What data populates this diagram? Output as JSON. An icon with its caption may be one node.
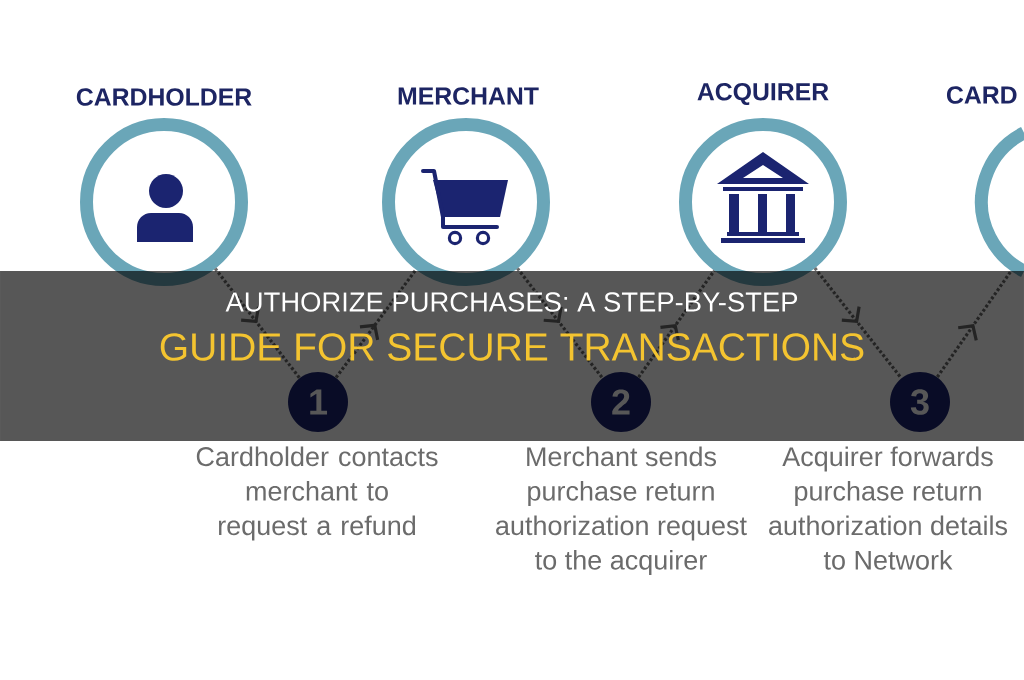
{
  "diagram": {
    "title": "AUTHORIZE PURCHASES: A STEP-BY-STEP",
    "nodes": [
      {
        "text": [
          "CARDHOLDER"
        ]
      },
      {
        "text": [
          "MERCHANT"
        ]
      },
      {
        "text": [
          "ACQUIRER"
        ]
      },
      {
        "text": [
          "CARD"
        ]
      },
      {
        "text": [
          "1"
        ],
        "beside": [
          "Cardholder contacts merchant to request a refund"
        ]
      },
      {
        "text": [
          "2"
        ],
        "beside": [
          "Merchant sends purchase return authorization request to the acquirer"
        ]
      },
      {
        "text": [
          "3"
        ],
        "beside": [
          "Acquirer forwards purchase return authorization details to Network"
        ]
      }
    ],
    "edges": [
      {
        "from": 0,
        "to": 4,
        "arrow": "to",
        "style": "dashed"
      },
      {
        "from": 4,
        "to": 1,
        "arrow": "to",
        "style": "dashed"
      },
      {
        "from": 1,
        "to": 5,
        "arrow": "to",
        "style": "dashed"
      },
      {
        "from": 5,
        "to": 2,
        "arrow": "to",
        "style": "dashed"
      },
      {
        "from": 2,
        "to": 6,
        "arrow": "to",
        "style": "dashed"
      },
      {
        "from": 6,
        "to": 3,
        "arrow": "to",
        "style": "dashed"
      }
    ],
    "labels": [
      "GUIDE FOR SECURE TRANSACTIONS"
    ]
  }
}
